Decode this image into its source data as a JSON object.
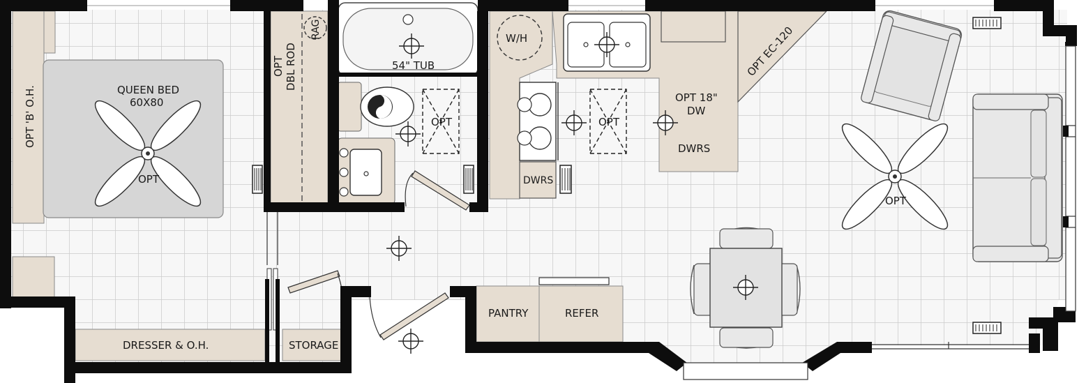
{
  "labels": {
    "queen_bed": "QUEEN BED",
    "queen_bed_size": "60X80",
    "bed_fan_opt": "OPT",
    "opt_b_oh": "OPT 'B' O.H.",
    "opt_line": "OPT",
    "dbl_rod": "DBL ROD",
    "rag": "RAG",
    "tub": "54\" TUB",
    "bath_opt": "OPT",
    "wh": "W/H",
    "kitchen_opt": "OPT",
    "opt_18_dw_line1": "OPT 18\"",
    "opt_18_dw_line2": "DW",
    "dwrs_counter": "DWRS",
    "dwrs_range": "DWRS",
    "opt_ec120": "OPT EC-120",
    "living_fan_opt": "OPT",
    "pantry": "PANTRY",
    "refer": "REFER",
    "dresser": "DRESSER & O.H.",
    "storage": "STORAGE"
  },
  "colors": {
    "wall": "#0d0d0d",
    "floor_grid": "#c8c8c8",
    "floor": "#f7f7f7",
    "cabinet": "#e6ddd1",
    "bed": "#d6d6d6",
    "furniture": "#e8e8e8"
  }
}
